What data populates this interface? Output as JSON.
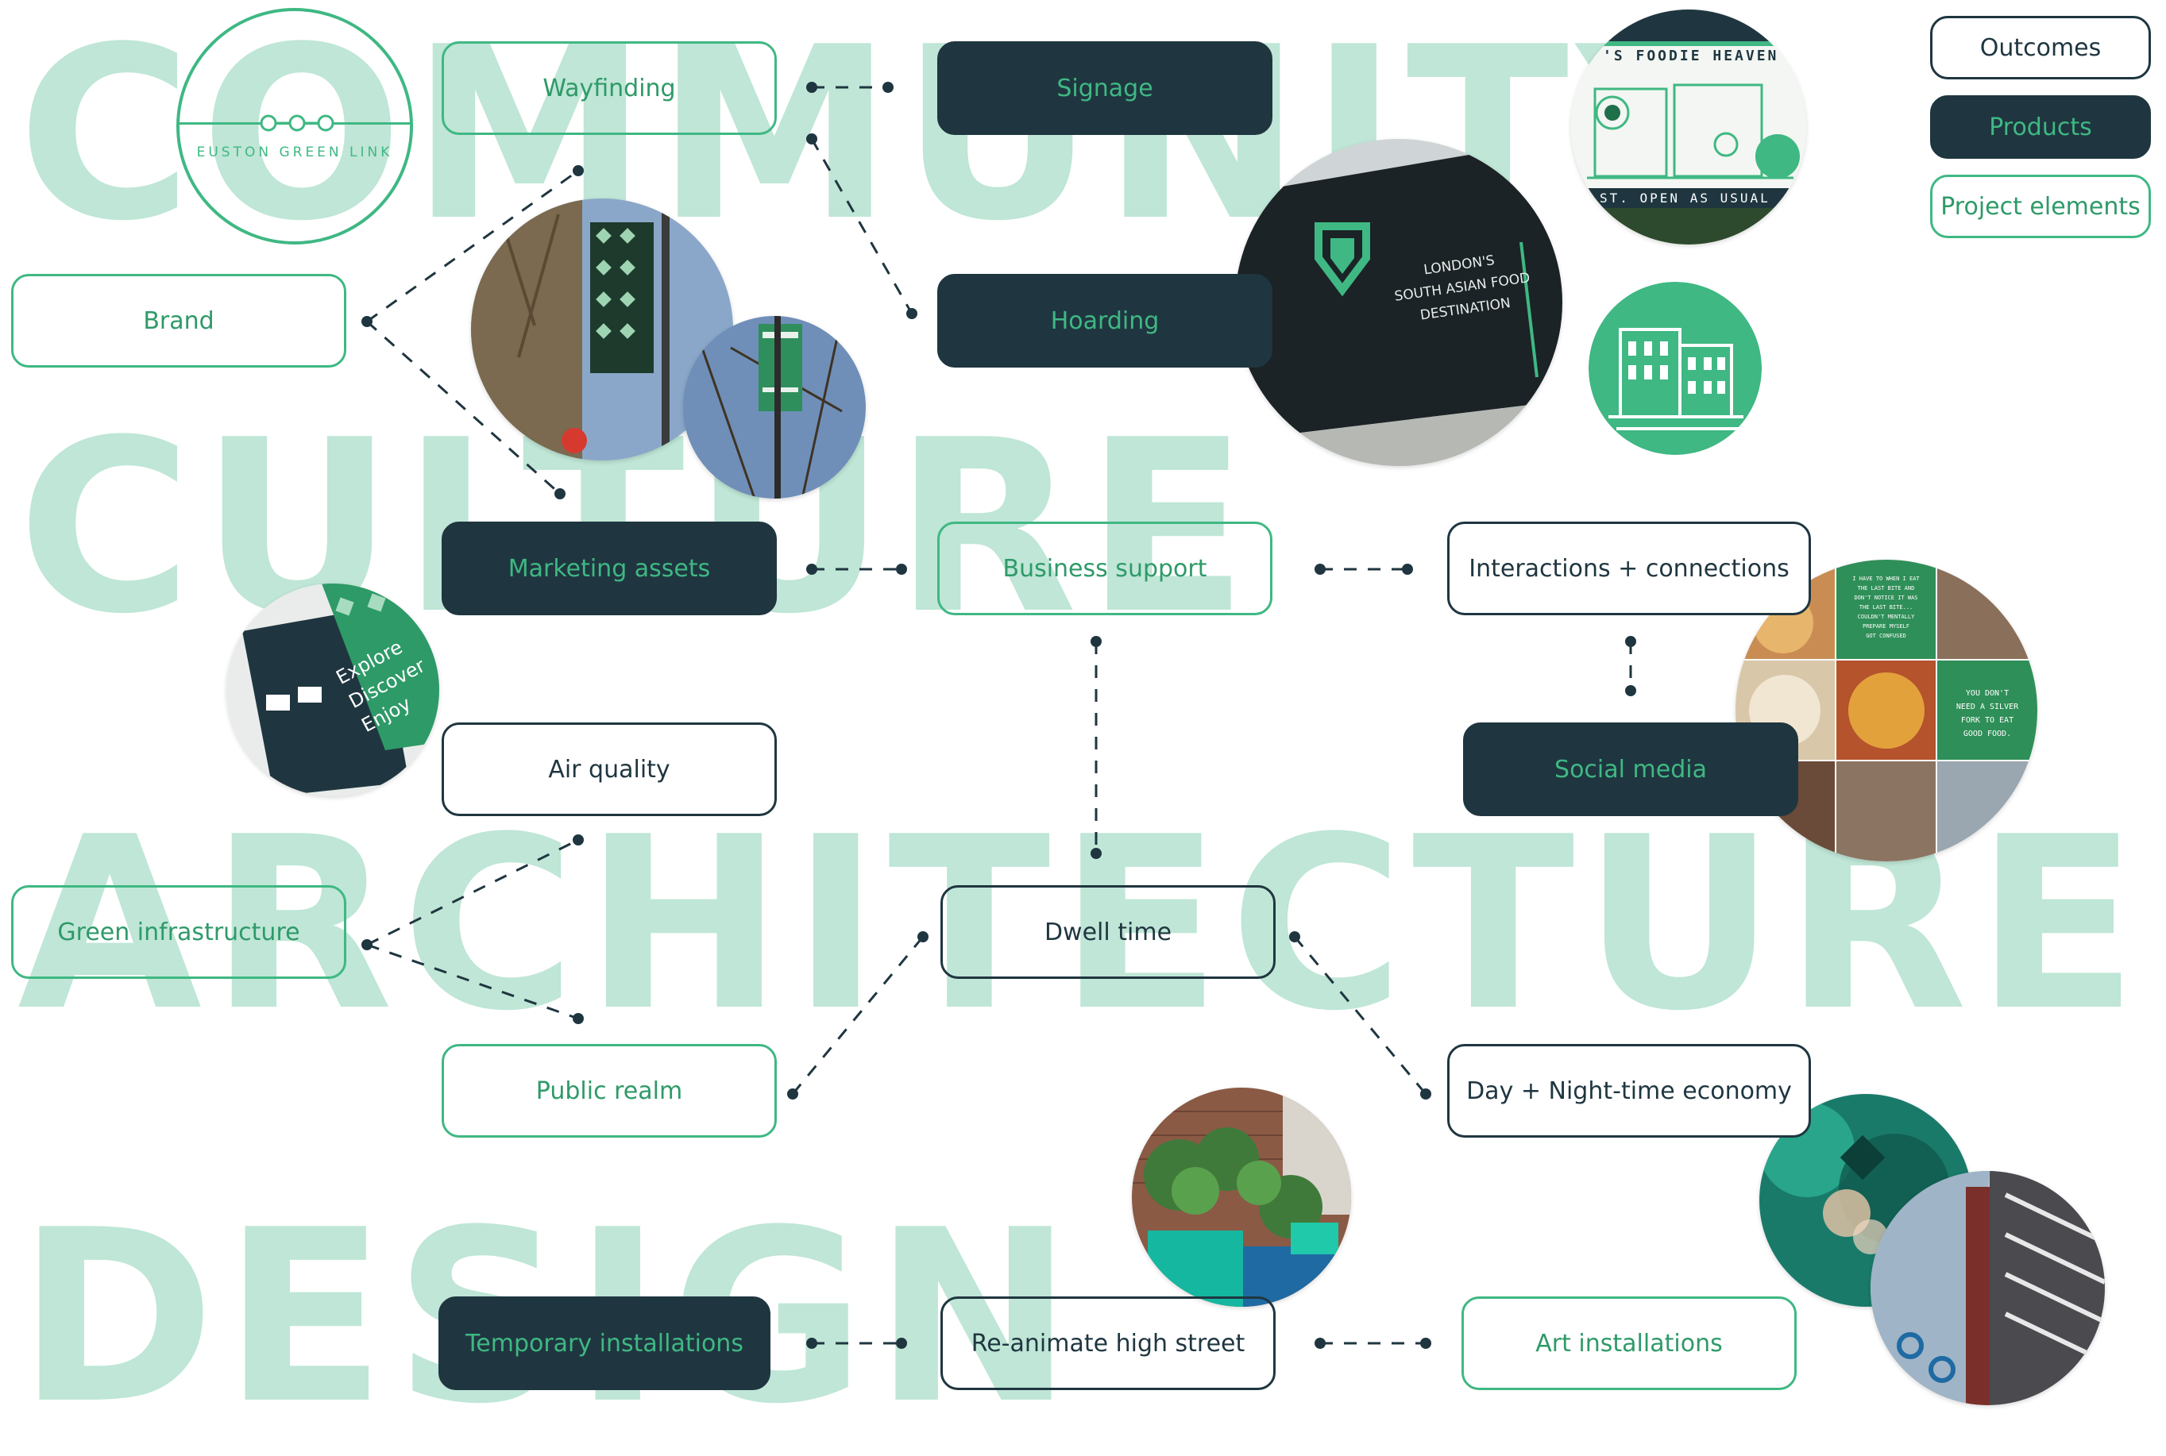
{
  "background_words": [
    "COMMUNITY",
    "CULTURE",
    "ARCHITECTURE",
    "DESIGN"
  ],
  "logo": {
    "text": "EUSTON GREEN LINK"
  },
  "legend": {
    "outcomes": "Outcomes",
    "products": "Products",
    "project_elements": "Project elements"
  },
  "nodes": {
    "wayfinding": "Wayfinding",
    "signage": "Signage",
    "hoarding": "Hoarding",
    "brand": "Brand",
    "marketing_assets": "Marketing assets",
    "business_support": "Business support",
    "interactions": "Interactions + connections",
    "social_media": "Social media",
    "air_quality": "Air quality",
    "green_infrastructure": "Green infrastructure",
    "dwell_time": "Dwell time",
    "public_realm": "Public realm",
    "day_night_economy": "Day + Night-time economy",
    "temporary_installations": "Temporary installations",
    "reanimate_high_street": "Re-animate high street",
    "art_installations": "Art installations"
  },
  "photos": {
    "foodie": {
      "line1": "'S FOODIE HEAVEN",
      "line2": "ST. OPEN AS USUAL"
    },
    "hoarding": {
      "text": [
        "LONDON'S",
        "SOUTH ASIAN FOOD",
        "DESTINATION"
      ]
    },
    "marketing": {
      "text": [
        "Explore",
        "Discover",
        "Enjoy"
      ]
    },
    "social": {
      "quote1": [
        "I HAVE TO WHEN I EAT",
        "THE LAST BITE AND",
        "DON'T NOTICE IT WAS",
        "THE LAST BITE...",
        "COULDN'T MENTALLY",
        "PREPARE MYSELF",
        "GOT CONFUSED"
      ],
      "quote2": [
        "YOU DON'T",
        "NEED A SILVER",
        "FORK TO EAT",
        "GOOD FOOD."
      ]
    }
  },
  "colors": {
    "dark": "#1f3640",
    "green": "#3fb883",
    "bigword": "#bfe6d6"
  }
}
